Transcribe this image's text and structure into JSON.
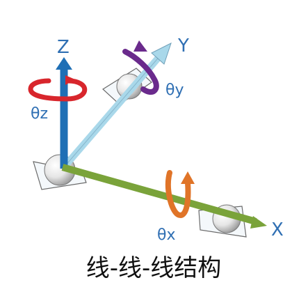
{
  "axes": {
    "z": {
      "letter": "Z",
      "rotation": "θz",
      "color": "#1f6fb5"
    },
    "y": {
      "letter": "Y",
      "rotation": "θy",
      "color": "#a9d8ea"
    },
    "x": {
      "letter": "X",
      "rotation": "θx",
      "color": "#7aa33a"
    }
  },
  "rotation_arrow_colors": {
    "z": "#d8262c",
    "y": "#6a2a8c",
    "x": "#e07428"
  },
  "caption": "线-线-线结构"
}
